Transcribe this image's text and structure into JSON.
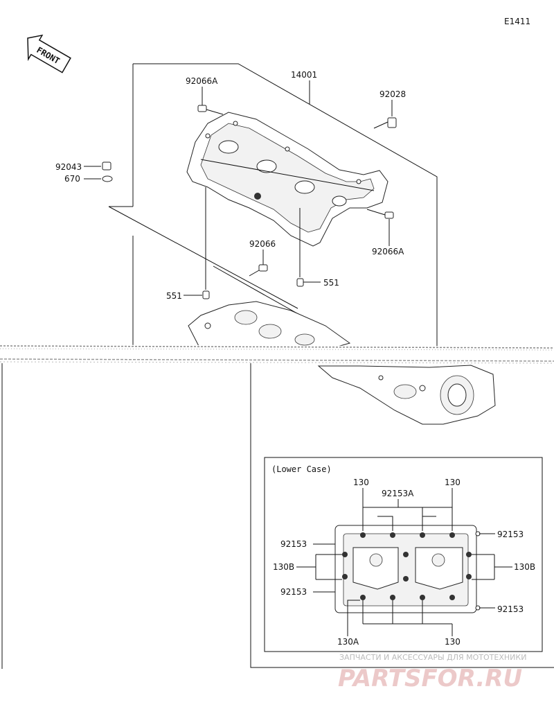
{
  "diagram_id": "E1411",
  "front_label": "FRONT",
  "parts": {
    "crankcase": "14001",
    "bolt_a_top": "92066A",
    "bolt_a_right": "92066A",
    "sleeve": "92028",
    "cap": "92043",
    "oring": "670",
    "bolt_center": "92066",
    "dowel_left": "551",
    "dowel_right": "551"
  },
  "lower_case": {
    "title": "(Lower Case)",
    "labels": {
      "top_left_130": "130",
      "top_right_130": "130",
      "top_center": "92153A",
      "left_upper": "92153",
      "left_mid": "130B",
      "left_lower": "92153",
      "right_upper": "92153",
      "right_mid": "130B",
      "right_lower": "92153",
      "bottom_left": "130A",
      "bottom_right": "130"
    }
  },
  "watermark": {
    "line1": "ЗАПЧАСТИ И АКСЕССУАРЫ ДЛЯ МОТОТЕХНИКИ",
    "brand": "PARTSFOR.RU"
  }
}
